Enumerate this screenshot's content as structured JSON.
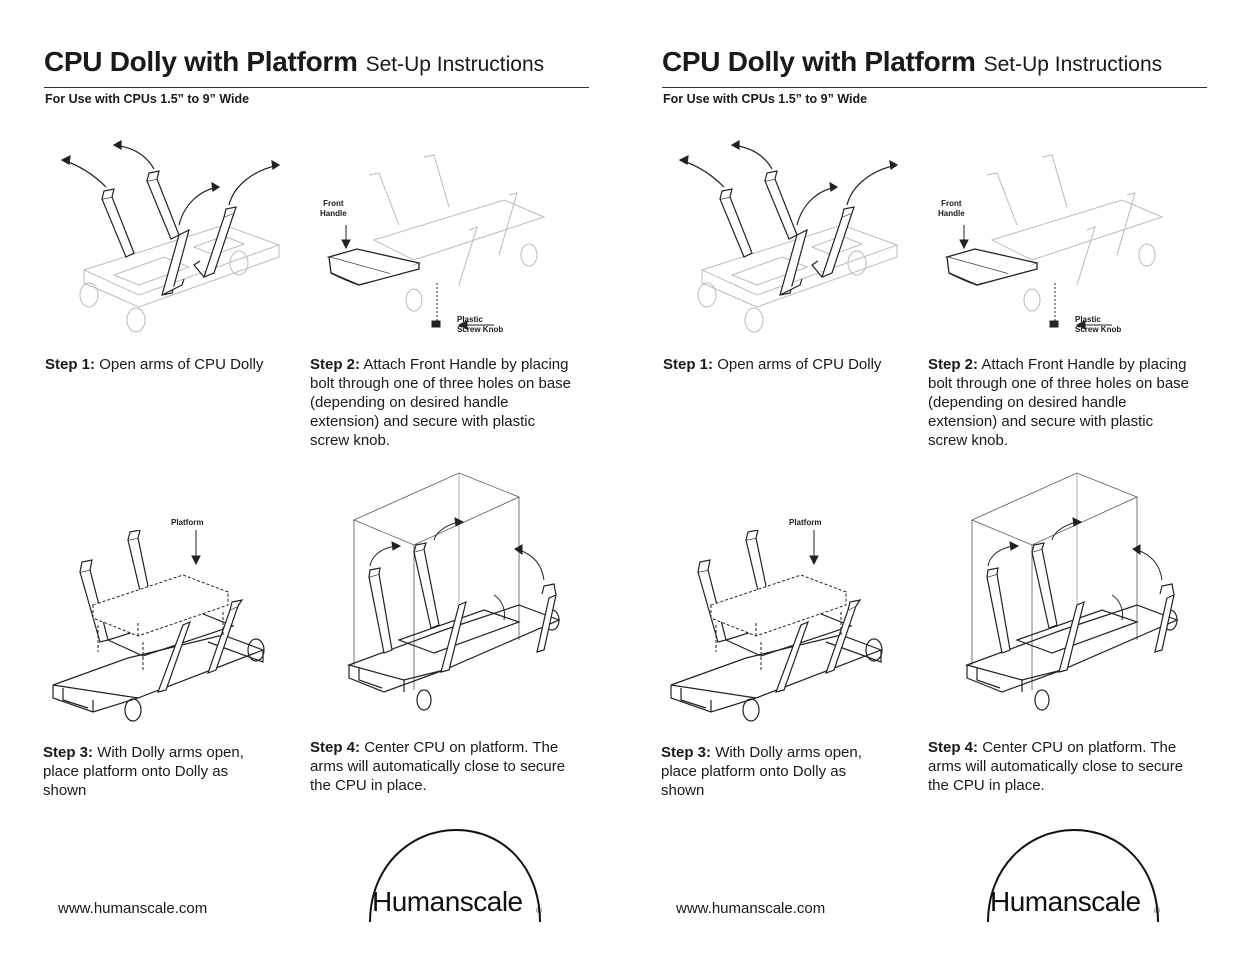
{
  "panels": [
    {
      "title": "CPU Dolly with Platform",
      "title_suffix": "Set-Up Instructions",
      "subtitle": "For Use with CPUs 1.5” to 9” Wide",
      "callouts": {
        "front_handle_1": "Front",
        "front_handle_2": "Handle",
        "plastic_knob_1": "Plastic",
        "plastic_knob_2": "Screw Knob",
        "platform": "Platform"
      },
      "steps": [
        {
          "label": "Step 1:",
          "text": "Open arms of CPU Dolly"
        },
        {
          "label": "Step 2:",
          "text": "Attach Front Handle by placing bolt through one of three holes on base (depending on desired handle extension) and secure with plastic screw knob."
        },
        {
          "label": "Step 3:",
          "text": "With Dolly arms open, place platform onto Dolly as shown"
        },
        {
          "label": "Step 4:",
          "text": "Center CPU on platform. The arms will automatically close to secure the CPU in place."
        }
      ],
      "url": "www.humanscale.com",
      "logo_text": "Humanscale",
      "logo_reg": "®"
    },
    {
      "title": "CPU Dolly with Platform",
      "title_suffix": "Set-Up Instructions",
      "subtitle": "For Use with CPUs 1.5” to 9” Wide",
      "callouts": {
        "front_handle_1": "Front",
        "front_handle_2": "Handle",
        "plastic_knob_1": "Plastic",
        "plastic_knob_2": "Screw Knob",
        "platform": "Platform"
      },
      "steps": [
        {
          "label": "Step 1:",
          "text": "Open arms of CPU Dolly"
        },
        {
          "label": "Step 2:",
          "text": "Attach Front Handle by placing bolt through one of three holes on base (depending on desired handle extension) and secure with plastic screw knob."
        },
        {
          "label": "Step 3:",
          "text": "With Dolly arms open, place platform onto Dolly as shown"
        },
        {
          "label": "Step 4:",
          "text": "Center CPU on platform. The arms will automatically close to secure the CPU in place."
        }
      ],
      "url": "www.humanscale.com",
      "logo_text": "Humanscale",
      "logo_reg": "®"
    }
  ]
}
